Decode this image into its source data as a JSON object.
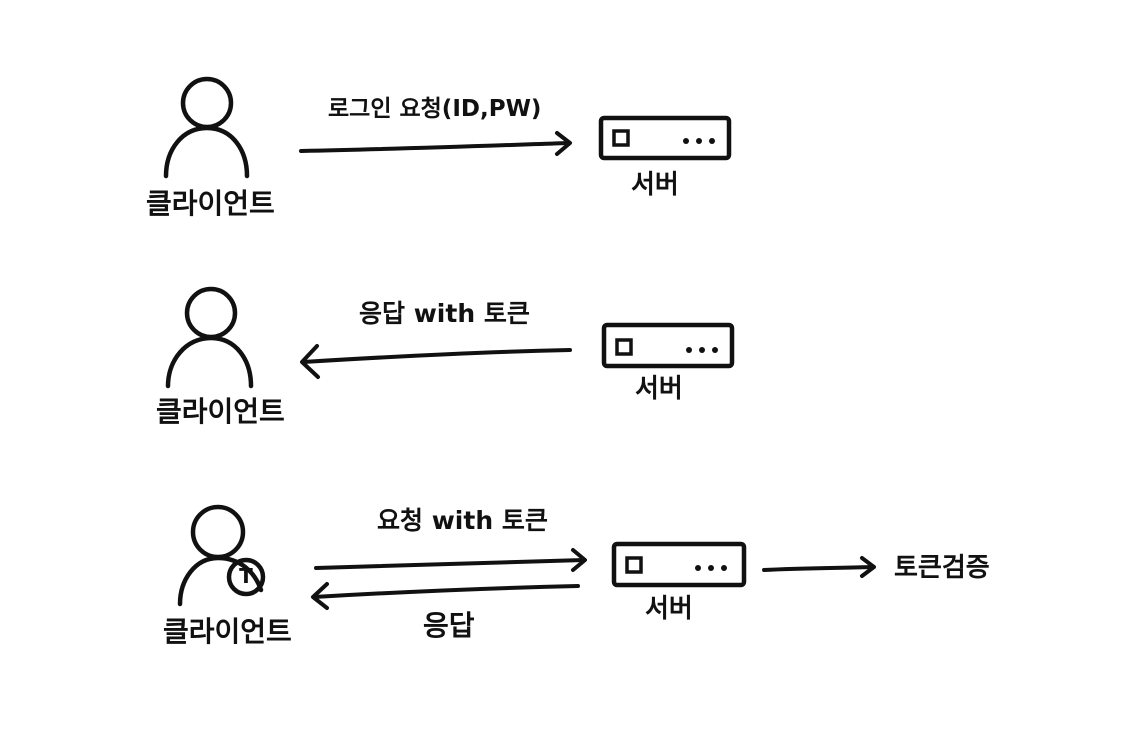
{
  "rows": [
    {
      "client_label": "클라이언트",
      "server_label": "서버",
      "request_label": "로그인 요청(ID,PW)"
    },
    {
      "client_label": "클라이언트",
      "server_label": "서버",
      "response_label": "응답 with 토큰"
    },
    {
      "client_label": "클라이언트",
      "token_badge": "T",
      "server_label": "서버",
      "request_label": "요청 with 토큰",
      "response_label": "응답",
      "verify_label": "토큰검증"
    }
  ]
}
